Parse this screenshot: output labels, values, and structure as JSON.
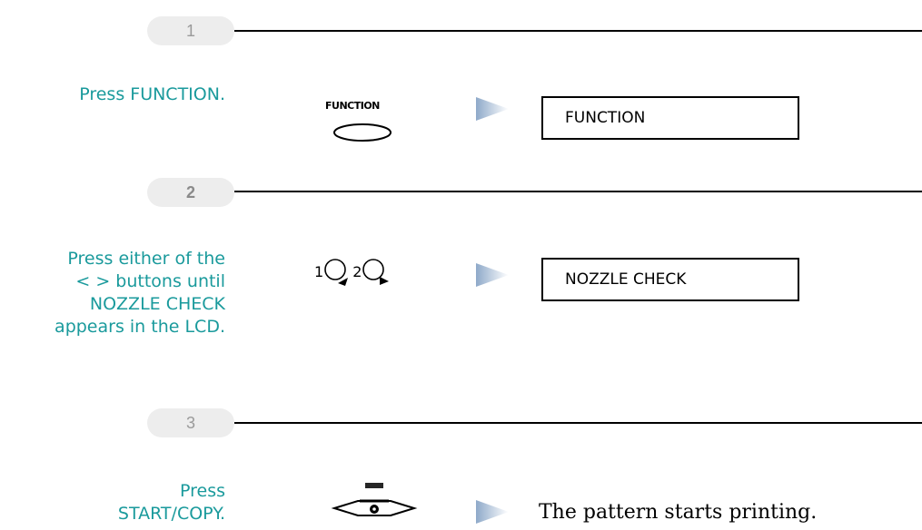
{
  "steps": [
    {
      "number": "1",
      "instruction": "Press FUNCTION.",
      "button_label": "FUNCTION",
      "lcd_text": "FUNCTION"
    },
    {
      "number": "2",
      "instruction": "Press either of the\n< > buttons until\nNOZZLE CHECK\nappears in the LCD.",
      "button_labels": [
        "1",
        "2"
      ],
      "lcd_text": "NOZZLE CHECK"
    },
    {
      "number": "3",
      "instruction": "Press\nSTART/COPY.",
      "button_label": "START/COPY",
      "result_text": "The pattern starts printing."
    }
  ],
  "colors": {
    "instruction": "#1a9a9c",
    "badge": "#ededed",
    "badge_text": "#9a9a9a"
  },
  "icons": [
    "oval-function-button-icon",
    "left-arrow-button-icon",
    "right-arrow-button-icon",
    "start-copy-button-icon",
    "triangle-pointer-icon"
  ]
}
